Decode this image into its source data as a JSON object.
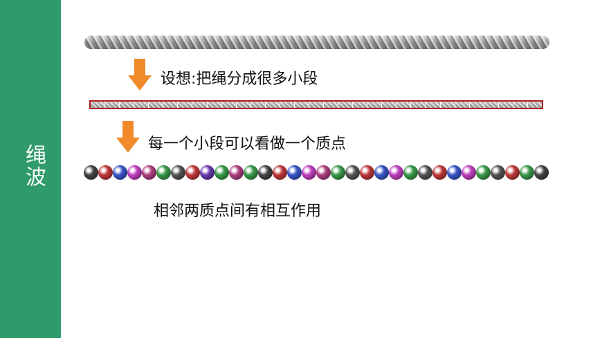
{
  "sidebar": {
    "title": "绳波"
  },
  "captions": {
    "assume": "设想:把绳分成很多小段",
    "each_segment": "每一个小段可以看做一个质点",
    "interaction": "相邻两质点间有相互作用"
  },
  "colors": {
    "sidebar": "#2f9a6a",
    "arrow": "#f08a2a",
    "segment_border": "#b11a1a"
  },
  "segments": {
    "count": 31
  },
  "beads": {
    "colors": [
      "#444444",
      "#c0393b",
      "#3b55c9",
      "#c040c0",
      "#b04080",
      "#3a9a4a",
      "#555555",
      "#c0393b",
      "#6a3ab0",
      "#3a9a4a",
      "#b04080",
      "#3a9a4a",
      "#444444",
      "#c0393b",
      "#3b55c9",
      "#c040c0",
      "#b04080",
      "#3a9a4a",
      "#555555",
      "#c0393b",
      "#3b55c9",
      "#c040c0",
      "#3a9a4a",
      "#555555",
      "#c0393b",
      "#3b55c9",
      "#c040c0",
      "#3a9a4a",
      "#555555",
      "#c0393b",
      "#3a9a4a",
      "#444444"
    ]
  }
}
